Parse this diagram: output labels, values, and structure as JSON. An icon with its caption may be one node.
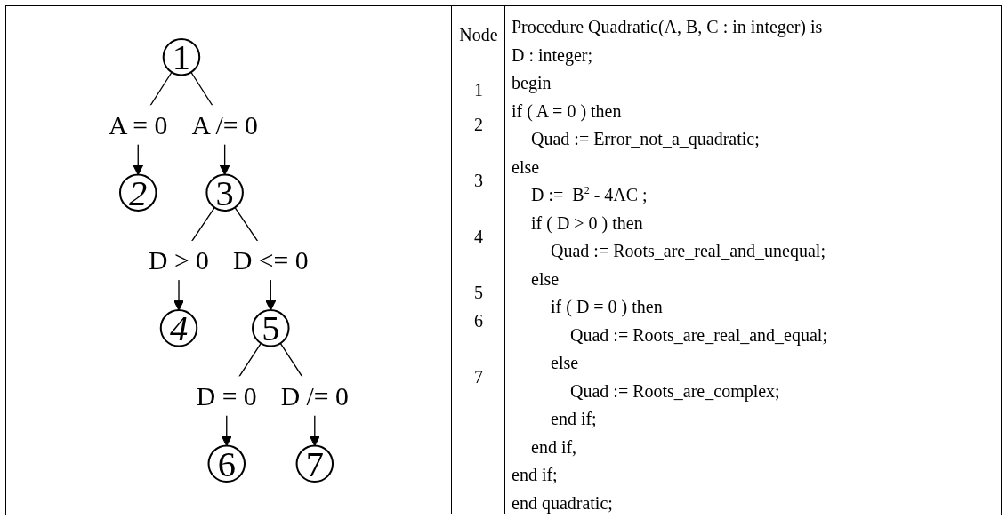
{
  "diagram": {
    "nodes": [
      {
        "text": [
          "1"
        ]
      },
      {
        "text": [
          "2"
        ]
      },
      {
        "text": [
          "3"
        ]
      },
      {
        "text": [
          "4"
        ]
      },
      {
        "text": [
          "5"
        ]
      },
      {
        "text": [
          "6"
        ]
      },
      {
        "text": [
          "7"
        ]
      }
    ],
    "edges": [
      {
        "from": 0,
        "to": 1,
        "arrow": "to",
        "label": "A = 0"
      },
      {
        "from": 0,
        "to": 2,
        "arrow": "to",
        "label": "A /= 0"
      },
      {
        "from": 2,
        "to": 3,
        "arrow": "to",
        "label": "D > 0"
      },
      {
        "from": 2,
        "to": 4,
        "arrow": "to",
        "label": "D <= 0"
      },
      {
        "from": 4,
        "to": 5,
        "arrow": "to",
        "label": "D = 0"
      },
      {
        "from": 4,
        "to": 6,
        "arrow": "to",
        "label": "D /= 0"
      }
    ],
    "labels": [
      "Node",
      "1",
      "2",
      "3",
      "4",
      "5",
      "6",
      "7",
      "Procedure Quadratic(A, B, C : in integer) is",
      "D : integer;",
      "begin",
      "if ( A = 0 ) then",
      "Quad := Error_not_a_quadratic;",
      "else",
      "D :=  B$^{2}$ - 4AC ;",
      "if ( D > 0 ) then",
      "Quad := Roots_are_real_and_unequal;",
      "else",
      "if ( D = 0 ) then",
      "Quad := Roots_are_real_and_equal;",
      "else",
      "Quad := Roots_are_complex;",
      "end if;",
      "end if,",
      "end if;",
      "end quadratic;"
    ]
  }
}
